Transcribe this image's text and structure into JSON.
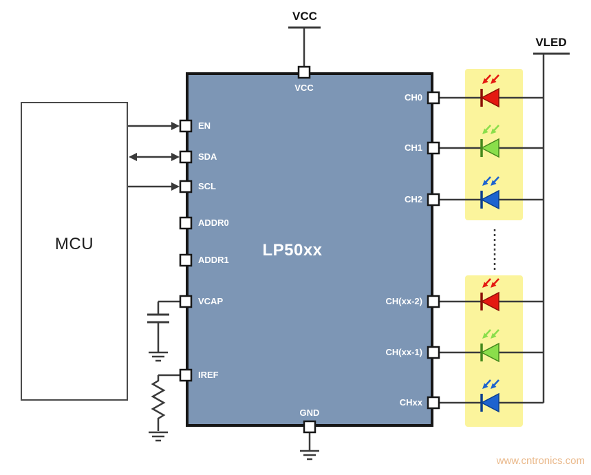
{
  "mcu": {
    "label": "MCU"
  },
  "chip": {
    "label": "LP50xx",
    "top_pin": "VCC",
    "bottom_pin": "GND",
    "left_pins": [
      "EN",
      "SDA",
      "SCL",
      "ADDR0",
      "ADDR1",
      "VCAP",
      "IREF"
    ],
    "right_pins": [
      "CH0",
      "CH1",
      "CH2",
      "CH(xx-2)",
      "CH(xx-1)",
      "CHxx"
    ]
  },
  "rails": {
    "vcc": "VCC",
    "vled": "VLED"
  },
  "leds": [
    "red",
    "green",
    "blue",
    "red",
    "green",
    "blue"
  ],
  "watermark": "www.cntronics.com",
  "colors": {
    "chip_fill": "#7d96b5",
    "chip_border": "#161616",
    "wire": "#3a3a3a",
    "led_highlight": "#fbf49c",
    "led_red": "#e41911",
    "led_red_dark": "#8c0f06",
    "led_green": "#8ade4b",
    "led_green_dark": "#44881c",
    "led_blue": "#1d63cf",
    "led_blue_dark": "#0c3f8e",
    "watermark": "#eab98b"
  }
}
